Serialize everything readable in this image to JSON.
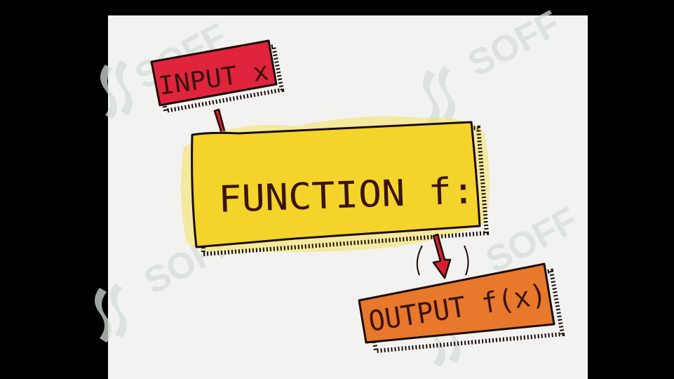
{
  "diagram": {
    "input_label": "INPUT x",
    "function_label": "FUNCTION f:",
    "output_label": "OUTPUT f(x)"
  },
  "watermark": {
    "text": "SOFF",
    "icon": "sd-logo-icon"
  },
  "colors": {
    "background": "#000000",
    "paper": "#f2f2f0",
    "input_box": "#e0243c",
    "function_box": "#f4d42a",
    "output_box": "#e8782c",
    "arrow": "#d81e2e",
    "ink": "#1a0c08",
    "watermark": "#d2ddd6"
  }
}
